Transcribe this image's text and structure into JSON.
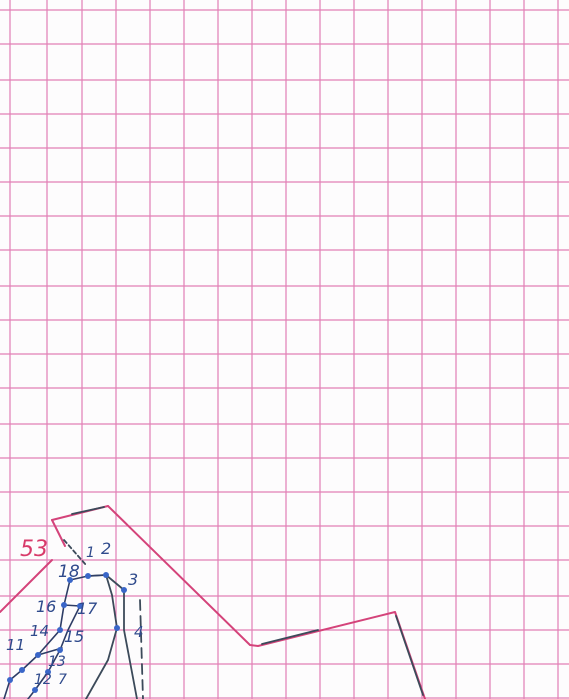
{
  "page": {
    "paper_color": "#fdfcfd",
    "grid_color": "#e27fb6"
  },
  "annotation": {
    "label": "53",
    "color": "#d83a6a"
  },
  "polyline": {
    "color": "#d4437a",
    "dark_color": "#3c4a5a"
  },
  "points": {
    "color": "#3a66c8",
    "labels": [
      "1",
      "2",
      "3",
      "4",
      "7",
      "11",
      "12",
      "13",
      "14",
      "15",
      "16",
      "17",
      "18"
    ]
  }
}
